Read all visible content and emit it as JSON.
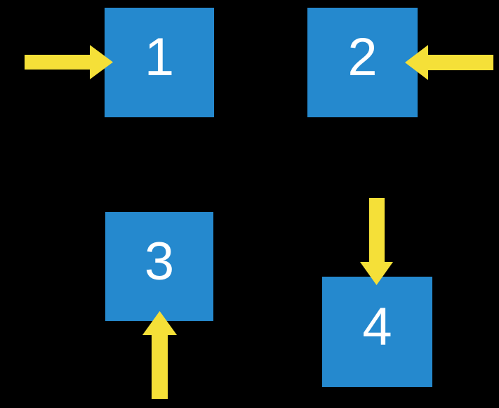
{
  "diagram": {
    "colors": {
      "background": "#000000",
      "square": "#2589CE",
      "arrow": "#F5E038",
      "label": "#FFFFFF"
    },
    "squares": [
      {
        "label": "1",
        "arrow_enters_from": "left"
      },
      {
        "label": "2",
        "arrow_enters_from": "right"
      },
      {
        "label": "3",
        "arrow_enters_from": "below"
      },
      {
        "label": "4",
        "arrow_enters_from": "above"
      }
    ]
  }
}
